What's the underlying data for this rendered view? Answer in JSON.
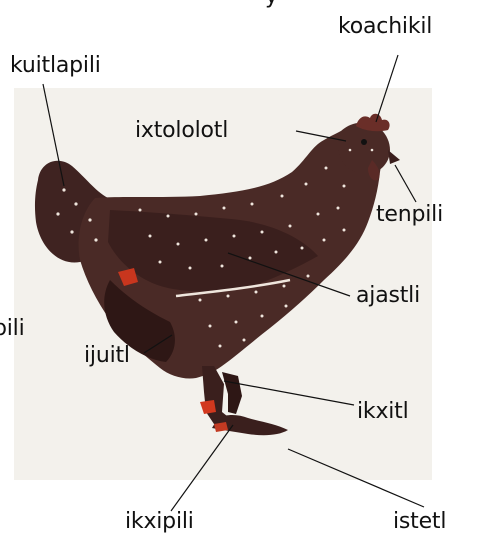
{
  "diagram": {
    "labels": {
      "top_fragment": "y",
      "koachikil": "koachikil",
      "kuitlapili": "kuitlapili",
      "ixtololotl": "ixtololotl",
      "tenpili": "tenpili",
      "ajastli": "ajastli",
      "pili_partial": "pili",
      "ijuitl": "ijuitl",
      "ikxitl": "ikxitl",
      "ikxipili": "ikxipili",
      "istetl": "istetl"
    },
    "colors": {
      "body": "#4a2a26",
      "body_dark": "#2e1715",
      "comb": "#5a2a26",
      "feet": "#d2381e",
      "spots": "#efe6dd",
      "leader": "#111111",
      "background": "#f4f2ee"
    }
  }
}
